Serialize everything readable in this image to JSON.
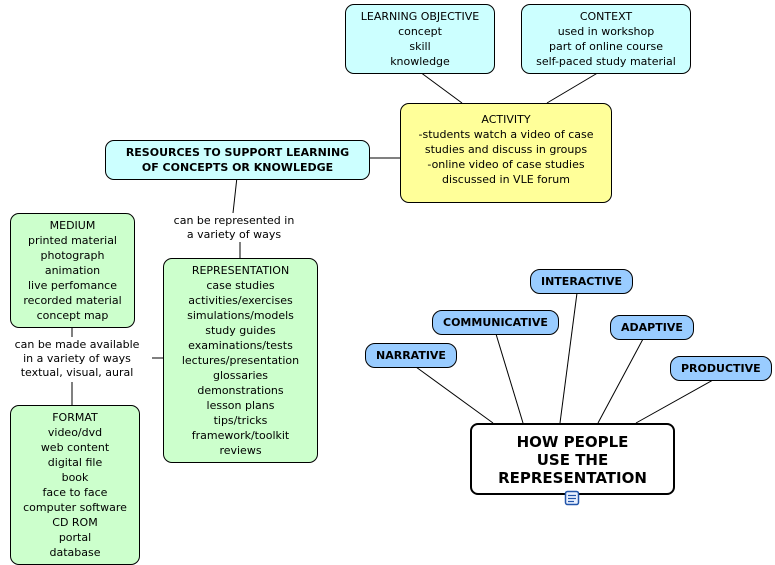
{
  "diagram": {
    "learning_objective": {
      "title": "LEARNING OBJECTIVE",
      "items": [
        "concept",
        "skill",
        "knowledge"
      ]
    },
    "context": {
      "title": "CONTEXT",
      "items": [
        "used in workshop",
        "part of online course",
        "self-paced study material"
      ]
    },
    "activity": {
      "title": "ACTIVITY",
      "items": [
        "-students watch a video of case studies and discuss in groups",
        "-online video of case studies discussed in VLE forum"
      ]
    },
    "resources": {
      "lines": [
        "RESOURCES TO SUPPORT LEARNING",
        "OF CONCEPTS OR KNOWLEDGE"
      ]
    },
    "medium": {
      "title": "MEDIUM",
      "items": [
        "printed material",
        "photograph",
        "animation",
        "live perfomance",
        "recorded material",
        "concept map"
      ]
    },
    "representation": {
      "title": "REPRESENTATION",
      "items": [
        "case studies",
        "activities/exercises",
        "simulations/models",
        "study guides",
        "examinations/tests",
        "lectures/presentation",
        "glossaries",
        "demonstrations",
        "lesson plans",
        "tips/tricks",
        "framework/toolkit",
        "reviews"
      ]
    },
    "format": {
      "title": "FORMAT",
      "items": [
        "video/dvd",
        "web content",
        "digital file",
        "book",
        "face to face",
        "computer software",
        "CD ROM",
        "portal",
        "database"
      ]
    },
    "how_people": {
      "lines": [
        "HOW PEOPLE",
        "USE THE",
        "REPRESENTATION"
      ]
    },
    "usage_types": {
      "narrative": "NARRATIVE",
      "communicative": "COMMUNICATIVE",
      "interactive": "INTERACTIVE",
      "adaptive": "ADAPTIVE",
      "productive": "PRODUCTIVE"
    },
    "link_labels": {
      "represented": [
        "can be represented in",
        "a variety of ways"
      ],
      "available": [
        "can be made available",
        "in a variety of ways",
        "textual, visual, aural"
      ]
    },
    "icons": {
      "resource_icon": "resource-link-icon"
    },
    "colors": {
      "cyan_node": "#ccffff",
      "yellow_node": "#ffff99",
      "green_node": "#ccffcc",
      "blue_action": "#99ccff",
      "white_node": "#ffffff",
      "line": "#000000"
    }
  }
}
